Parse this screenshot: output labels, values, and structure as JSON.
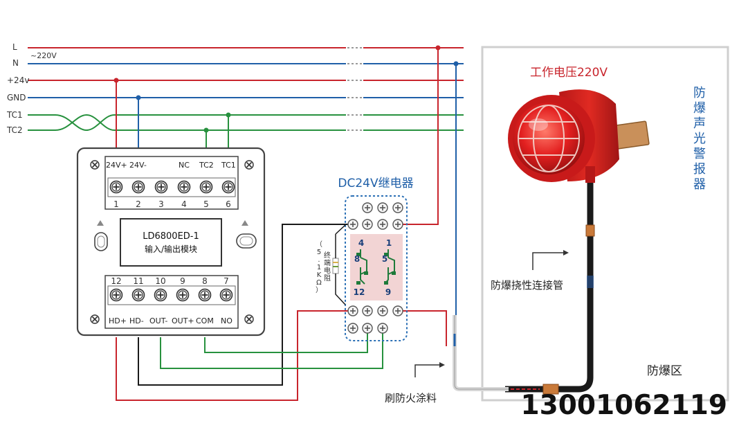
{
  "bus": {
    "L": "L",
    "N": "N",
    "voltage": "~220V",
    "plus24": "+24v",
    "gnd": "GND",
    "tc1": "TC1",
    "tc2": "TC2"
  },
  "module": {
    "model": "LD6800ED-1",
    "subtitle": "输入/输出模块",
    "top_labels": [
      "24V+",
      "24V-",
      "NC",
      "TC2",
      "TC1"
    ],
    "top_numbers": [
      "1",
      "2",
      "3",
      "4",
      "5",
      "6"
    ],
    "bottom_numbers": [
      "12",
      "11",
      "10",
      "9",
      "8",
      "7"
    ],
    "bottom_labels": [
      "HD+",
      "HD-",
      "OUT-",
      "OUT+",
      "COM",
      "NO"
    ]
  },
  "relay": {
    "title": "DC24V继电器",
    "resistor_label": "终端电阻",
    "resistor_value": "（5.1KΩ）",
    "pins": [
      "4",
      "1",
      "8",
      "5",
      "12",
      "9"
    ]
  },
  "alarm": {
    "voltage_label": "工作电压220V",
    "device_label": "防爆声光警报器"
  },
  "labels": {
    "conduit": "防爆挠性连接管",
    "coating": "刷防火涂料",
    "zone": "防爆区",
    "phone": "13001062119"
  },
  "colors": {
    "live": "#c8242c",
    "neutral": "#1f5fa8",
    "signal": "#27913e",
    "black": "#1a1a1a",
    "relay_border": "#2a6fb5",
    "relay_fill": "#f2d4d4",
    "alarm": "#e32020",
    "module_border": "#444444"
  }
}
